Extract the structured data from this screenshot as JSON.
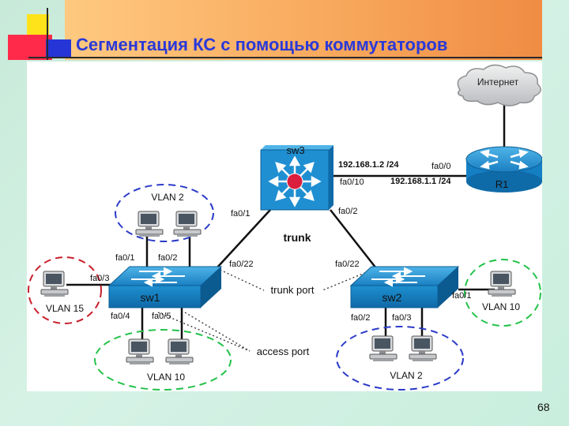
{
  "slide": {
    "title": "Сегментация КС с помощью коммутаторов",
    "page_number": "68"
  },
  "diagram": {
    "cloud_label": "Интернет",
    "sw3_label": "sw3",
    "r1_label": "R1",
    "sw1_label": "sw1",
    "sw2_label": "sw2",
    "ip_sw3": "192.168.1.2 /24",
    "ip_r1": "192.168.1.1 /24",
    "port_fa0_0": "fa0/0",
    "port_fa0_10": "fa0/10",
    "port_sw3_fa0_1": "fa0/1",
    "port_sw3_fa0_2": "fa0/2",
    "trunk_label": "trunk",
    "port_sw1_fa0_22": "fa0/22",
    "port_sw2_fa0_22": "fa0/22",
    "port_sw1_fa0_1": "fa0/1",
    "port_sw1_fa0_2": "fa0/2",
    "port_sw1_fa0_3": "fa0/3",
    "port_sw1_fa0_4": "fa0/4",
    "port_sw1_fa0_5": "fa0/5",
    "port_sw2_fa0_1": "fa0/1",
    "port_sw2_fa0_2": "fa0/2",
    "port_sw2_fa0_3": "fa0/3",
    "trunk_port_label": "trunk port",
    "access_port_label": "access port",
    "vlan_2_top": "VLAN 2",
    "vlan_15": "VLAN 15",
    "vlan_10_bottom": "VLAN 10",
    "vlan_10_right": "VLAN 10",
    "vlan_2_bottom": "VLAN 2"
  }
}
